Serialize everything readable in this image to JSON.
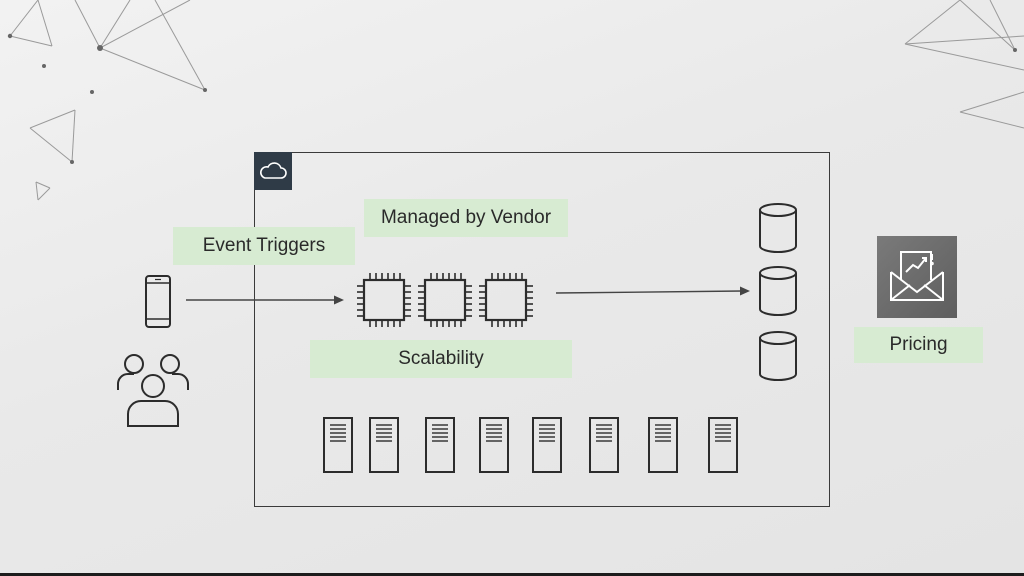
{
  "labels": {
    "event_triggers": "Event Triggers",
    "managed_by_vendor": "Managed by Vendor",
    "scalability": "Scalability",
    "pricing": "Pricing"
  },
  "icons": {
    "cloud": "cloud-icon",
    "mobile": "mobile-phone-icon",
    "users": "users-group-icon",
    "chip": "cpu-chip-icon",
    "database": "database-icon",
    "server": "server-icon",
    "pricing": "pricing-envelope-chart-icon"
  },
  "colors": {
    "label_bg": "#d7ebd2",
    "stroke": "#3a3a3a",
    "cloud_badge": "#2f3b47",
    "pricing_tile": "#6b6b6b"
  }
}
